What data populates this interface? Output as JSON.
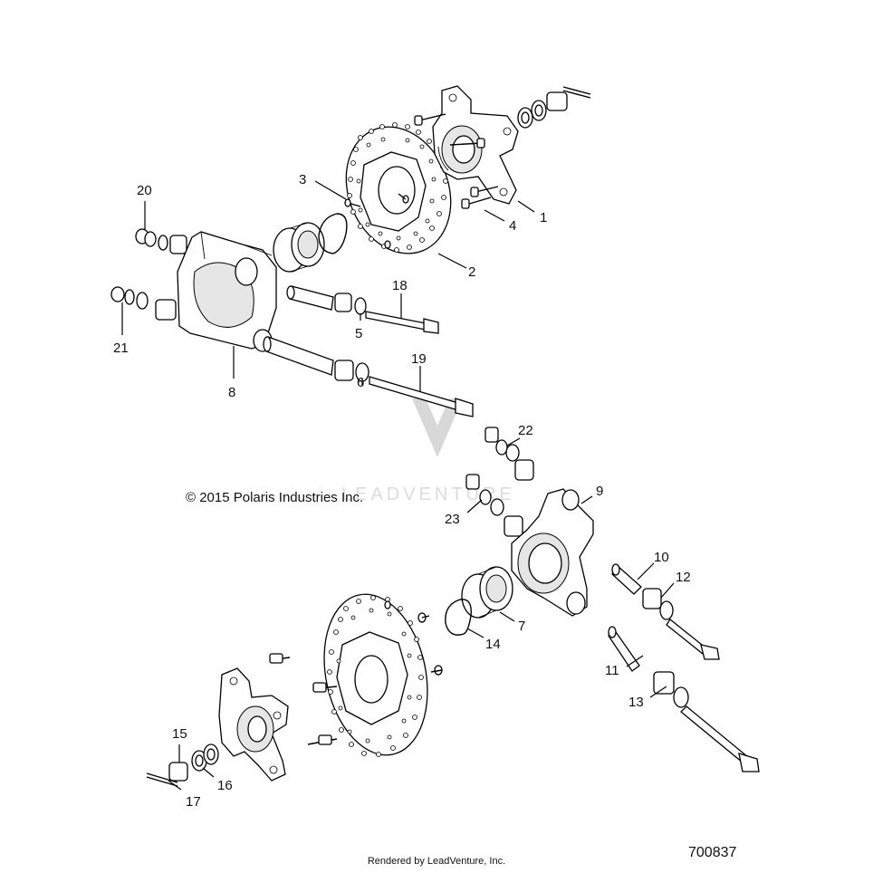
{
  "copyright": "© 2015 Polaris Industries Inc.",
  "watermark": "LEADVENTURE",
  "footer": "Rendered by LeadVenture, Inc.",
  "diagram_id": "700837",
  "callouts": [
    "1",
    "2",
    "3",
    "4",
    "5",
    "6",
    "7",
    "8",
    "9",
    "10",
    "11",
    "12",
    "13",
    "14",
    "15",
    "16",
    "17",
    "18",
    "19",
    "20",
    "21",
    "22",
    "23"
  ]
}
